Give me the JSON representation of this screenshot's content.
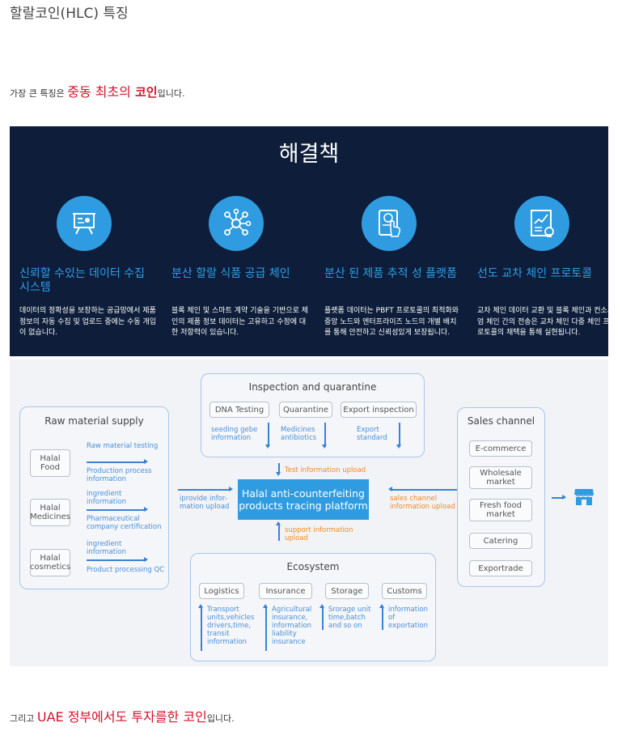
{
  "title": "할랄코인(HLC) 특징",
  "intro": {
    "prefix": "가장 큰 특징은 ",
    "highlight1": "중동 최초의 ",
    "highlight2": "코인",
    "suffix": "입니다."
  },
  "closing": {
    "prefix": "그리고 ",
    "highlight": "UAE 정부에서도 투자를한 코인",
    "suffix": "입니다."
  },
  "figure": {
    "solution_title": "해결책",
    "cards": [
      {
        "icon": "presentation-board-icon",
        "title": "신뢰할 수있는 데이터 수집 시스템",
        "desc": "데이터의 정확성을 보장하는 공급망에서 제품 정보의 자동 수집 및 업로드 중에는 수동 개입이 없습니다."
      },
      {
        "icon": "network-nodes-icon",
        "title": "분산 할랄 식품 공급 체인",
        "desc": "블록 체인 및 스마트 계약 기술을 기반으로 체인의 제품 정보 데이터는 고유하고 수정에 대한 저항력이 있습니다."
      },
      {
        "icon": "tablet-touch-icon",
        "title": "분산 된 제품 추적 성 플랫폼",
        "desc": "플랫폼 데이터는 PBFT 프로토콜의 최적화와 중앙 노드와 엔터프라이즈 노드의 개별 배치를 통해 안전하고 신뢰성있게 보장됩니다."
      },
      {
        "icon": "report-chart-icon",
        "title": "선도 교차 체인 프로토콜",
        "desc": "교차 체인 데이터 교환 및 블록 체인과 컨소시엄 체인 간의 전송은 교차 체인 다중 체인 프로토콜의 채택을 통해 실현됩니다."
      }
    ],
    "diagram": {
      "raw": {
        "title": "Raw material supply",
        "items": [
          {
            "label": "Halal Food",
            "notes": [
              "Raw material testing",
              "Production process information"
            ]
          },
          {
            "label": "Halal Medicines",
            "notes": [
              "ingredient information",
              "Pharmaceutical company certification"
            ]
          },
          {
            "label": "Halal cosmetics",
            "notes": [
              "ingredient information",
              "Product processing QC"
            ]
          }
        ]
      },
      "inspection": {
        "title": "Inspection and quarantine",
        "items": [
          {
            "label": "DNA Testing",
            "note": "seeding gebe information"
          },
          {
            "label": "Quarantine",
            "note": "Medicines antibiotics"
          },
          {
            "label": "Export inspection",
            "note": "Export standard"
          }
        ]
      },
      "platform": "Halal anti-counterfeiting products tracing platform",
      "test_upload": "Test information upload",
      "support_upload": "support information upload",
      "provide_upload": "iprovide infor-mation upload",
      "sales_upload": "sales channel information upload",
      "sales": {
        "title": "Sales channel",
        "items": [
          "E-commerce",
          "Wholesale market",
          "Fresh food market",
          "Catering",
          "Exportrade"
        ]
      },
      "ecosystem": {
        "title": "Ecosystem",
        "items": [
          {
            "label": "Logistics",
            "note": "Transport units,vehicles drivers,time, transit information"
          },
          {
            "label": "Insurance",
            "note": "Agricultural insurance, information liability insurance"
          },
          {
            "label": "Storage",
            "note": "Srorage unit time,batch and so on"
          },
          {
            "label": "Customs",
            "note": "information of exportation"
          }
        ]
      },
      "store_icon": "storefront-icon"
    }
  },
  "colors": {
    "highlight_red": "#d3122b",
    "navy": "#0d1d3a",
    "accent_blue": "#2f9be0",
    "note_orange": "#ef8a22"
  }
}
